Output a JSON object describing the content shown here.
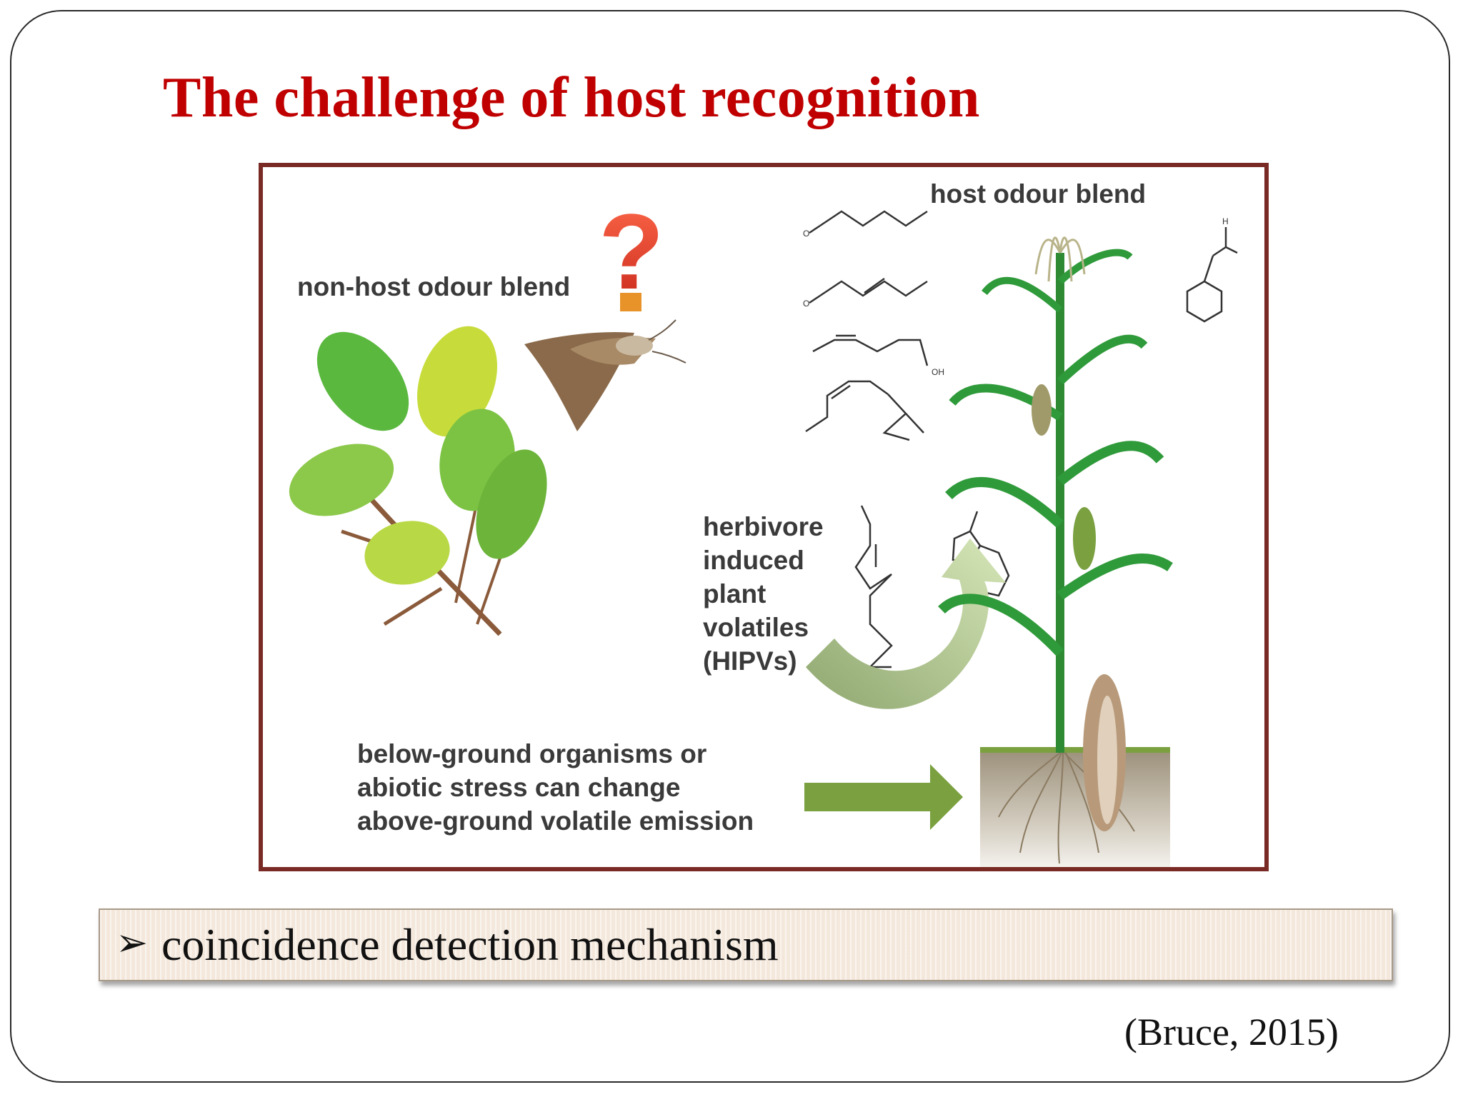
{
  "slide": {
    "title": "The challenge of host recognition",
    "bullet": "coincidence detection mechanism",
    "citation": "(Bruce, 2015)"
  },
  "figure": {
    "label_host": "host odour blend",
    "label_nonhost": "non-host odour blend",
    "hipv_lines": [
      "herbivore",
      "induced",
      "plant",
      "volatiles",
      "(HIPVs)"
    ],
    "below_lines": [
      "below-ground organisms or",
      "abiotic stress can change",
      "above-ground volatile emission"
    ],
    "chem_oh": "OH",
    "chem_o": "O",
    "chem_h": "H",
    "question_mark": "?"
  },
  "colors": {
    "title": "#c00000",
    "frame_border": "#7a2a24",
    "arrow_green": "#7aa040",
    "leaf_green": "#7cc243",
    "maize_green": "#2f9a3a"
  }
}
